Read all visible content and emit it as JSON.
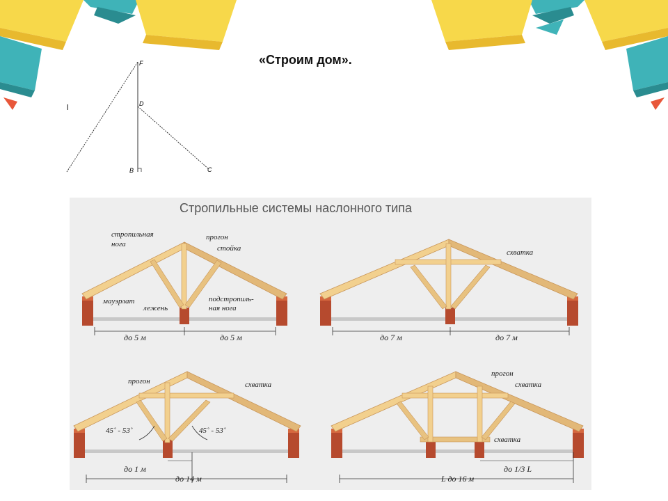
{
  "slide": {
    "title": "«Строим дом».",
    "colors": {
      "book_yellow": "#f7d84a",
      "book_teal": "#3fb3b8",
      "wall_brick": "#b64a2e",
      "rafter_wood": "#f2d08e",
      "rafter_shadow": "#c89558"
    },
    "icons": [
      "book-stack-top-left-icon",
      "book-stack-top-right-icon"
    ]
  },
  "geometry": {
    "labels": {
      "f": "F",
      "d": "D",
      "b": "B",
      "c": "C",
      "side": "l"
    }
  },
  "panel": {
    "title": "Стропильные системы наслонного типа",
    "diagram1": {
      "labels": {
        "rafter": "стропильная",
        "rafter2": "нога",
        "purlin": "прогон",
        "post": "стойка",
        "mauerlat": "мауэрлат",
        "sill": "лежень",
        "strut": "подстропиль-",
        "strut2": "ная нога"
      },
      "dims": [
        "до 5 м",
        "до 5 м"
      ]
    },
    "diagram2": {
      "labels": {
        "tie": "схватка"
      },
      "dims": [
        "до 7 м",
        "до 7 м"
      ]
    },
    "diagram3": {
      "labels": {
        "purlin": "прогон",
        "tie": "схватка",
        "angle_left": "45˚ - 53˚",
        "angle_right": "45˚ - 53˚"
      },
      "dims": [
        "до 1 м",
        "до 14 м"
      ]
    },
    "diagram4": {
      "labels": {
        "purlin": "прогон",
        "tie": "схватка",
        "tie2": "схватка"
      },
      "dims": [
        "до 1/3 L",
        "L до 16 м"
      ]
    }
  }
}
